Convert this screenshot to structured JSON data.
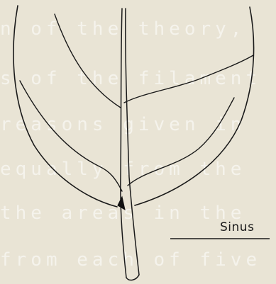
{
  "background_text": [
    "n  of  the  theory,",
    "s  of  the  filament",
    "  reasons  given  in",
    "  equally  from  the",
    "the  areas  in  the",
    "from  each  of  five"
  ],
  "labels": {
    "sinus": "Sinus"
  },
  "colors": {
    "paper": "#e9e4d5",
    "ink": "#1a1a1a",
    "faded_text": "#ffffff"
  }
}
